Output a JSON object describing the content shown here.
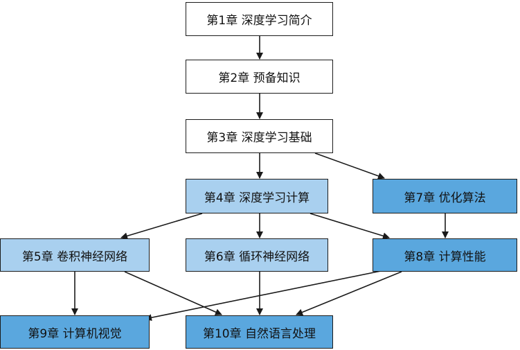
{
  "nodes": {
    "n1": {
      "label": "第1章  深度学习简介"
    },
    "n2": {
      "label": "第2章  预备知识"
    },
    "n3": {
      "label": "第3章  深度学习基础"
    },
    "n4": {
      "label": "第4章  深度学习计算"
    },
    "n5": {
      "label": "第5章  卷积神经网络"
    },
    "n6": {
      "label": "第6章  循环神经网络"
    },
    "n7": {
      "label": "第7章  优化算法"
    },
    "n8": {
      "label": "第8章  计算性能"
    },
    "n9": {
      "label": "第9章  计算机视觉"
    },
    "n10": {
      "label": "第10章  自然语言处理"
    }
  },
  "edges": [
    [
      "n1",
      "n2"
    ],
    [
      "n2",
      "n3"
    ],
    [
      "n3",
      "n4"
    ],
    [
      "n3",
      "n7"
    ],
    [
      "n4",
      "n5"
    ],
    [
      "n4",
      "n6"
    ],
    [
      "n4",
      "n8"
    ],
    [
      "n7",
      "n8"
    ],
    [
      "n5",
      "n9"
    ],
    [
      "n5",
      "n10"
    ],
    [
      "n6",
      "n10"
    ],
    [
      "n8",
      "n9"
    ],
    [
      "n8",
      "n10"
    ]
  ],
  "colors": {
    "white": "#ffffff",
    "light_blue": "#a9d0ef",
    "mid_blue": "#5aa7de",
    "border": "#1a1a1a"
  }
}
